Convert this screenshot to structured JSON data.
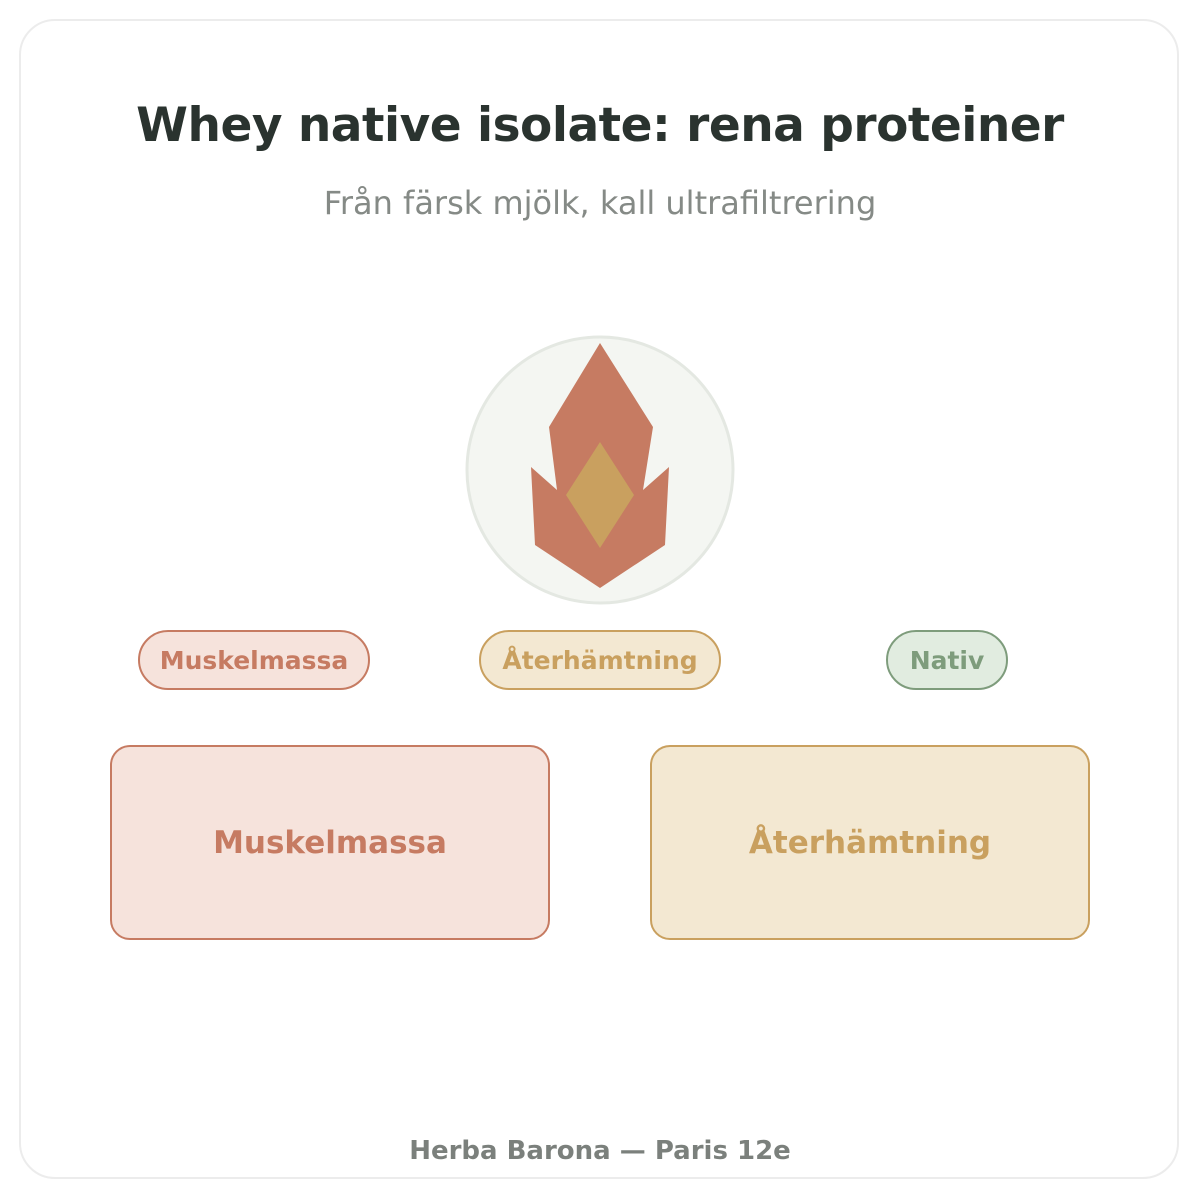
{
  "header": {
    "title": "Whey native isolate: rena proteiner",
    "subtitle": "Från färsk mjölk, kall ultrafiltrering"
  },
  "emblem": {
    "icon": "flame-crystal-icon",
    "colors": {
      "circle_fill": "#f4f6f2",
      "circle_stroke": "#e4e8e2",
      "flame": "#c67b62",
      "diamond": "#c9a05f"
    }
  },
  "tags": [
    {
      "label": "Muskelmassa",
      "color": "#c67b62"
    },
    {
      "label": "Återhämtning",
      "color": "#c9a05f"
    },
    {
      "label": "Nativ",
      "color": "#7e9c7c"
    }
  ],
  "boxes": [
    {
      "label": "Muskelmassa",
      "color": "#c67b62"
    },
    {
      "label": "Återhämtning",
      "color": "#c9a05f"
    }
  ],
  "footer": {
    "text": "Herba Barona — Paris 12e"
  }
}
